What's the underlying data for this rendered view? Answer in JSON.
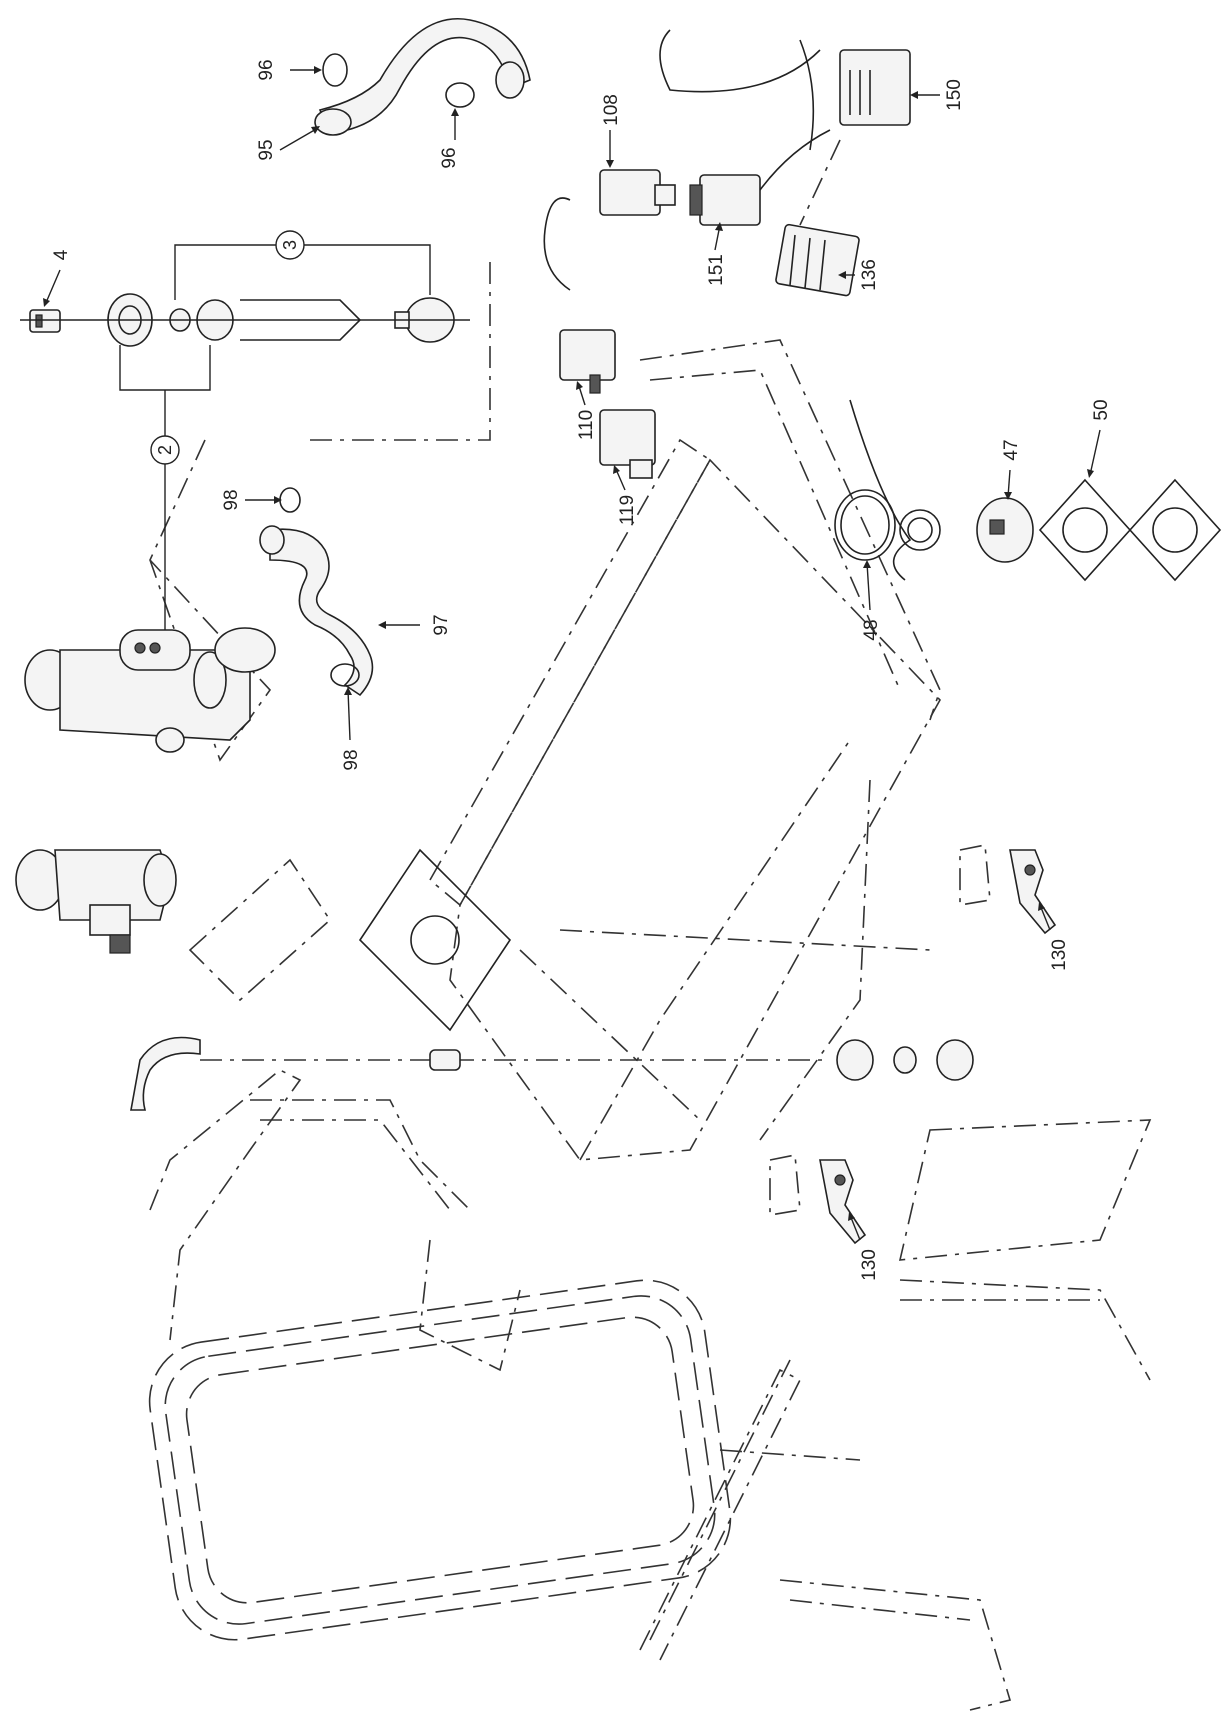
{
  "part_labels": [
    {
      "id": "p96a",
      "text": "96"
    },
    {
      "id": "p95",
      "text": "95"
    },
    {
      "id": "p96b",
      "text": "96"
    },
    {
      "id": "p108",
      "text": "108"
    },
    {
      "id": "p150",
      "text": "150"
    },
    {
      "id": "p4",
      "text": "4"
    },
    {
      "id": "p151",
      "text": "151"
    },
    {
      "id": "p136",
      "text": "136"
    },
    {
      "id": "p110",
      "text": "110"
    },
    {
      "id": "p119",
      "text": "119"
    },
    {
      "id": "p98a",
      "text": "98"
    },
    {
      "id": "p97",
      "text": "97"
    },
    {
      "id": "p98b",
      "text": "98"
    },
    {
      "id": "p47",
      "text": "47"
    },
    {
      "id": "p50",
      "text": "50"
    },
    {
      "id": "p48",
      "text": "48"
    },
    {
      "id": "p130a",
      "text": "130"
    },
    {
      "id": "p130b",
      "text": "130"
    }
  ],
  "group_labels": [
    {
      "id": "g3",
      "text": "3"
    },
    {
      "id": "g2",
      "text": "2"
    }
  ]
}
